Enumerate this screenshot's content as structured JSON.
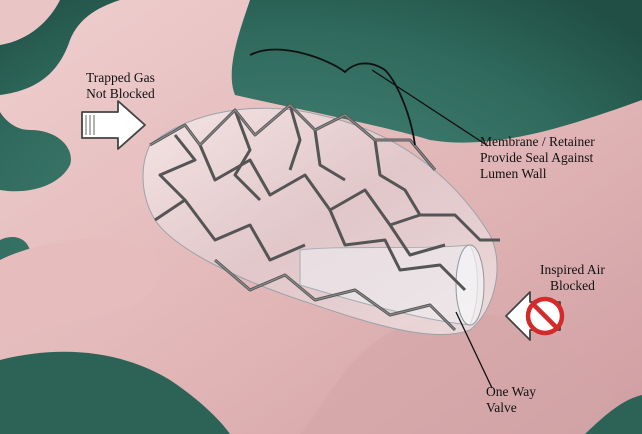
{
  "labels": {
    "trapped_gas": [
      "Trapped Gas",
      "Not Blocked"
    ],
    "membrane": [
      "Membrane / Retainer",
      "Provide Seal Against",
      "Lumen Wall"
    ],
    "inspired_air": [
      "Inspired Air",
      "Blocked"
    ],
    "one_way_valve": [
      "One Way",
      "Valve"
    ]
  },
  "colors": {
    "background_teal": "#3e7a6c",
    "airway_tissue": "#e7c2c2",
    "stent_wire": "#5b5b5b",
    "blocked_symbol": "#d42a2a"
  },
  "icons": {
    "trapped_gas_arrow": "right-arrow-icon",
    "inspired_air_arrow": "left-arrow-icon",
    "blocked": "no-entry-icon"
  }
}
